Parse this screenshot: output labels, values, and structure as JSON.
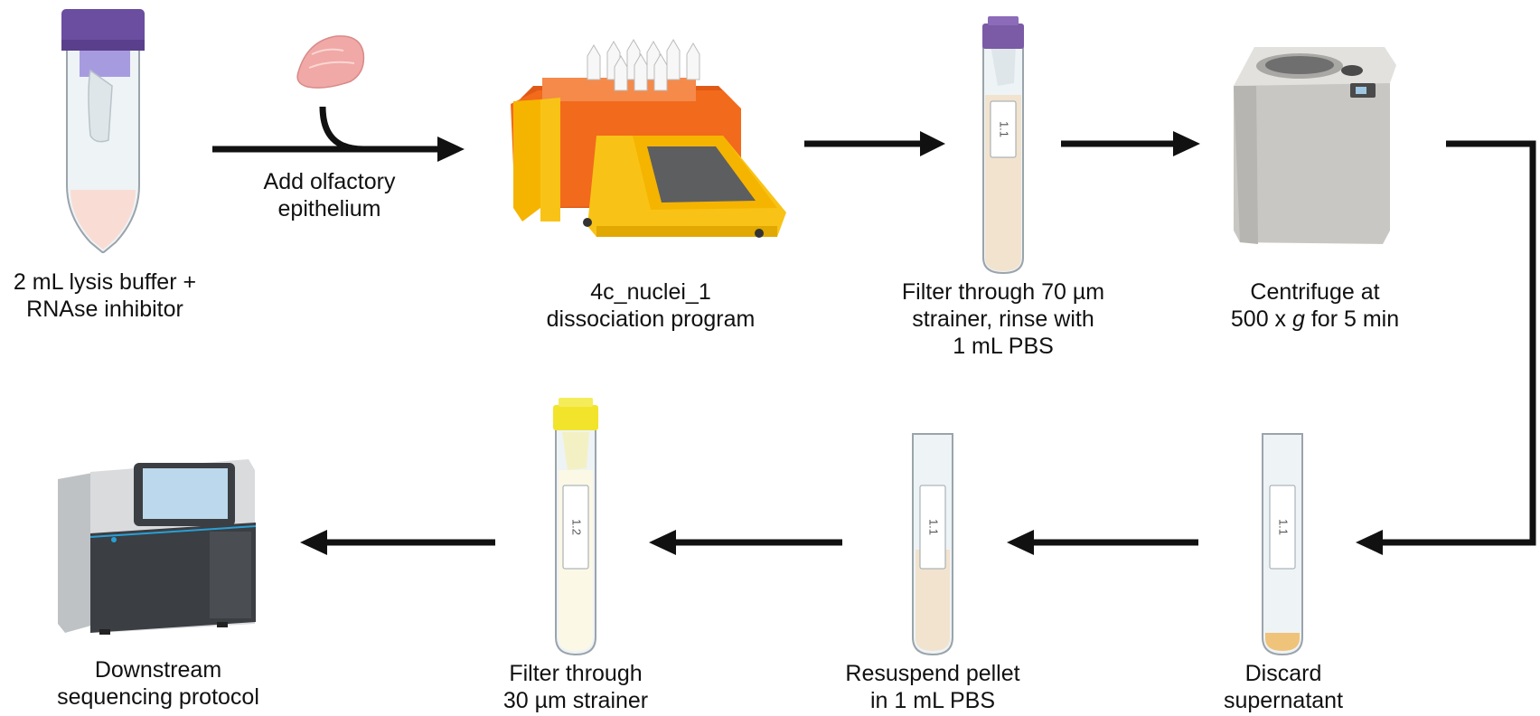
{
  "colors": {
    "arrow": "#111111",
    "tube_glass": "#eef3f6",
    "cap_purple": "#7b5aa6",
    "cap_yellow": "#f2e42a",
    "liquid_peach": "#f2e3cf",
    "pellet": "#efc37a",
    "dissociator_orange": "#f26a1b",
    "dissociator_yellow": "#f8c316",
    "centrifuge_gray": "#c9c7c3",
    "sequencer_dark": "#3b3e42",
    "tissue_pink": "#f0a9a6"
  },
  "icons": [
    "conical-tube-icon",
    "tissue-icon",
    "dissociator-icon",
    "tube-icon",
    "centrifuge-icon",
    "sequencer-icon"
  ],
  "steps": {
    "lysis": {
      "line1": "2 mL lysis buffer +",
      "line2": "RNAse inhibitor"
    },
    "add": {
      "line1": "Add olfactory",
      "line2": "epithelium"
    },
    "dissociation": {
      "line1": "4c_nuclei_1",
      "line2": "dissociation program"
    },
    "filter70": {
      "line1": "Filter through 70 µm",
      "line2": "strainer, rinse with",
      "line3": "1 mL PBS",
      "tube_label": "1.1"
    },
    "centrifuge": {
      "line1": "Centrifuge at",
      "line2_pre": "500 x ",
      "line2_g": "g",
      "line2_post": " for 5 min"
    },
    "discard": {
      "line1": "Discard",
      "line2": "supernatant",
      "tube_label": "1.1"
    },
    "resuspend": {
      "line1": "Resuspend pellet",
      "line2": "in 1 mL PBS",
      "tube_label": "1.1"
    },
    "filter30": {
      "line1": "Filter through",
      "line2": "30 µm strainer",
      "tube_label": "1.2"
    },
    "downstream": {
      "line1": "Downstream",
      "line2": "sequencing protocol"
    }
  }
}
